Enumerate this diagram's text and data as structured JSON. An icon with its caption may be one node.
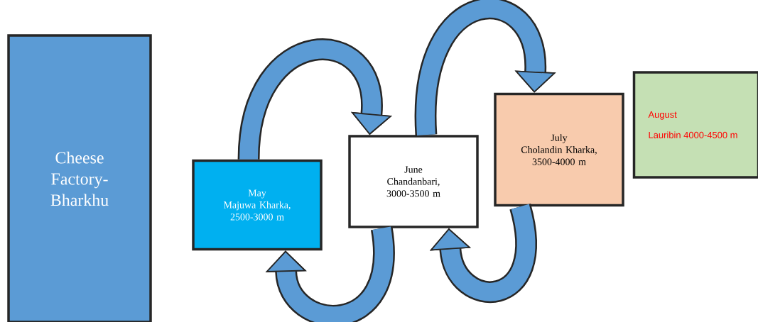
{
  "diagram": {
    "nodes": [
      {
        "text": [
          "Cheese Factory-Bharkhu"
        ]
      },
      {
        "text": [
          "May",
          "Majuwa Kharka, 2500-3000 m"
        ]
      },
      {
        "text": [
          "June",
          "Chandanbari, 3000-3500 m"
        ]
      },
      {
        "text": [
          "July",
          "Cholandin Kharka, 3500-4000 m"
        ]
      },
      {
        "text": [
          "August",
          "Lauribin 4000-4500 m"
        ]
      }
    ],
    "edges": [
      {
        "from": 1,
        "to": 2,
        "arrow": "to"
      },
      {
        "from": 2,
        "to": 1,
        "arrow": "to"
      },
      {
        "from": 2,
        "to": 3,
        "arrow": "to"
      },
      {
        "from": 3,
        "to": 2,
        "arrow": "to"
      }
    ]
  }
}
